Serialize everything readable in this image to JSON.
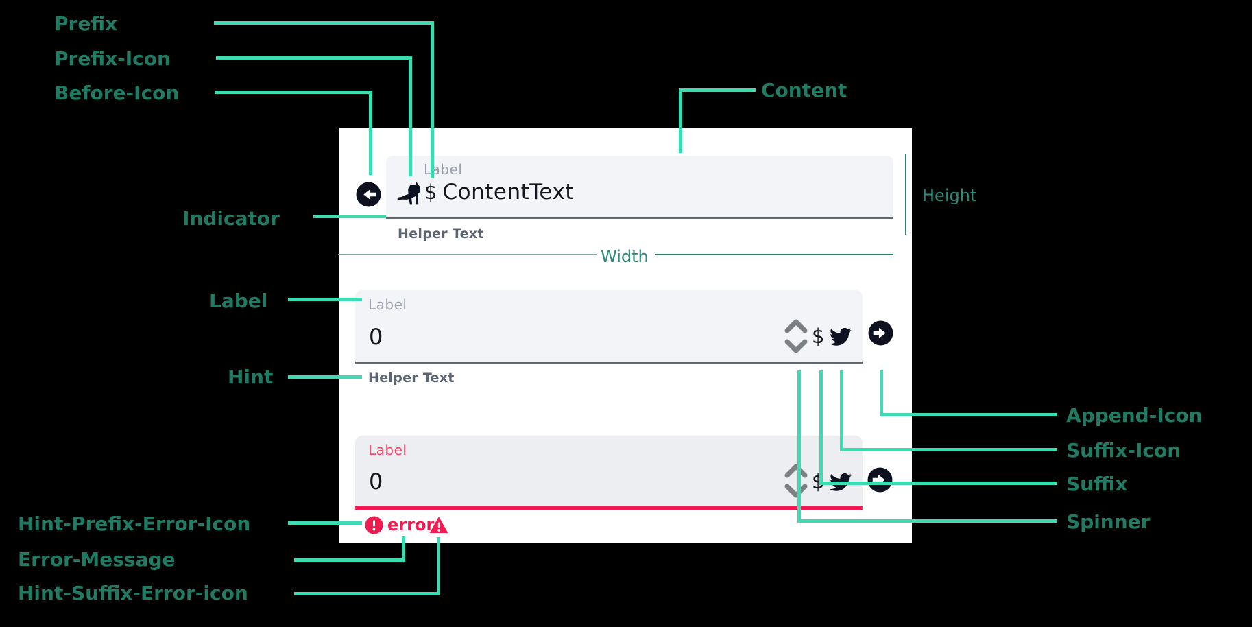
{
  "annotations": {
    "prefix": "Prefix",
    "prefix_icon": "Prefix-Icon",
    "before_icon": "Before-Icon",
    "content": "Content",
    "indicator": "Indicator",
    "label": "Label",
    "hint": "Hint",
    "hint_prefix_error_icon": "Hint-Prefix-Error-Icon",
    "error_message": "Error-Message",
    "hint_suffix_error_icon": "Hint-Suffix-Error-icon",
    "height": "Height",
    "width": "Width",
    "append_icon": "Append-Icon",
    "suffix_icon": "Suffix-Icon",
    "suffix": "Suffix",
    "spinner": "Spinner"
  },
  "fields": {
    "basic": {
      "label": "Label",
      "prefix": "$",
      "content": "ContentText",
      "helper": "Helper Text"
    },
    "numeric": {
      "label": "Label",
      "value": "0",
      "suffix": "$",
      "helper": "Helper Text"
    },
    "error": {
      "label": "Label",
      "value": "0",
      "suffix": "$",
      "error_text": "error"
    }
  },
  "icons": {
    "before": "arrow-left-circle",
    "prefix": "cat",
    "suffix": "bird",
    "append": "arrow-right-circle",
    "spinner": "up-down-chevrons",
    "hint_prefix_error": "alert-circle",
    "hint_suffix_error": "warning-triangle"
  },
  "colors": {
    "connector": "#3EDBB2",
    "annotation_text": "#217A63",
    "dimension_text": "#2B8A7A",
    "error": "#F21B50",
    "error_label": "#F4486C",
    "field_background": "#F3F4F7",
    "underline": "#63676E",
    "icon_dark": "#0E1220"
  }
}
